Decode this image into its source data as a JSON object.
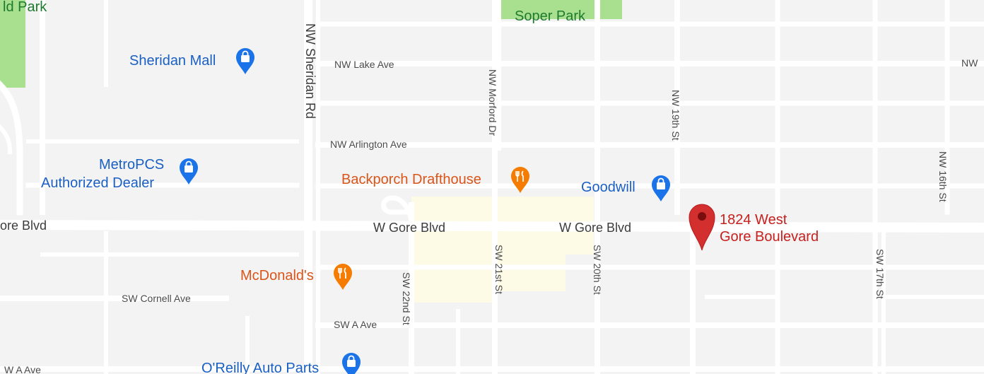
{
  "parks": {
    "left_park": "ld Park",
    "soper_park": "Soper Park"
  },
  "streets": {
    "nw_lake_ave": "NW Lake Ave",
    "nw_arlington_ave": "NW Arlington Ave",
    "nw_sheridan_rd": "NW Sheridan Rd",
    "nw_morford_dr": "NW Morford Dr",
    "nw_19th_st": "NW 19th St",
    "nw_16th_st": "NW 16th St",
    "nw_edge": "NW",
    "gore_blvd_left": "ore Blvd",
    "w_gore_blvd_1": "W Gore Blvd",
    "w_gore_blvd_2": "W Gore Blvd",
    "sw_cornell_ave": "SW Cornell Ave",
    "sw_a_ave": "SW A Ave",
    "w_a_ave": "W A Ave",
    "sw_22nd_st": "SW 22nd St",
    "sw_21st_st": "SW 21st St",
    "sw_20th_st": "SW 20th St",
    "sw_17th_st": "SW 17th St"
  },
  "places": {
    "sheridan_mall": "Sheridan Mall",
    "metropcs_line1": "MetroPCS",
    "metropcs_line2": "Authorized Dealer",
    "backporch": "Backporch Drafthouse",
    "goodwill": "Goodwill",
    "mcdonalds": "McDonald's",
    "oreilly": "O'Reilly Auto Parts"
  },
  "marker": {
    "line1": "1824 West",
    "line2": "Gore Boulevard"
  },
  "colors": {
    "map_bg": "#f3f3f3",
    "road": "#ffffff",
    "park": "#a8e08f",
    "campus": "#fdfbe6",
    "poi_blue": "#1a73e8",
    "poi_orange": "#f57c00",
    "marker_red": "#d32f2f"
  },
  "icons": {
    "shopping": "shopping-bag-icon",
    "restaurant": "fork-knife-icon",
    "marker": "map-pin-icon"
  }
}
